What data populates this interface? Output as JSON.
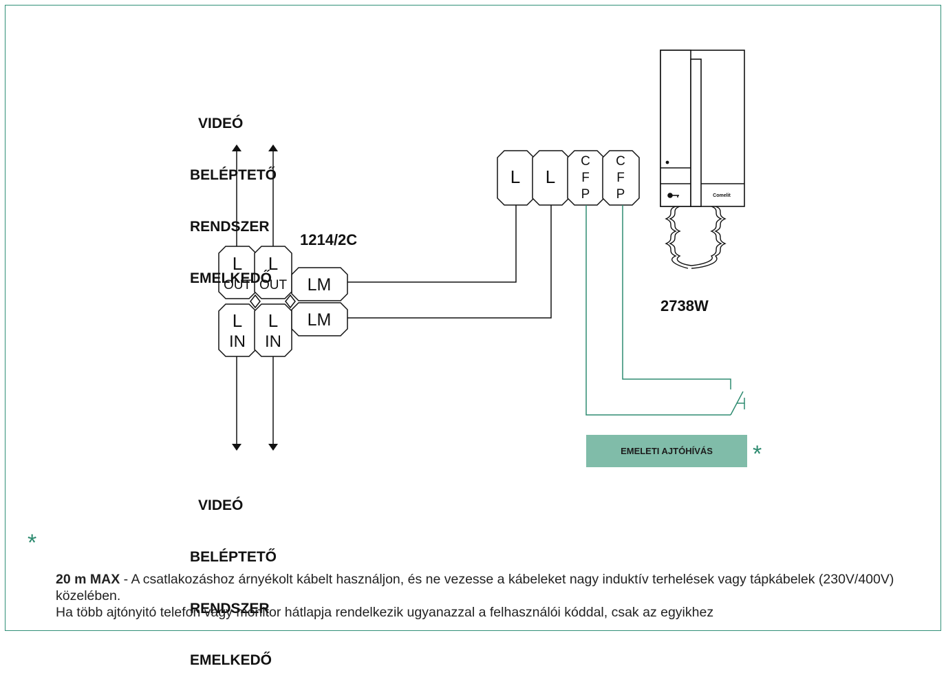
{
  "riser_top": [
    "VIDEÓ",
    "BELÉPTETŐ",
    "RENDSZER",
    "EMELKEDŐ"
  ],
  "riser_bottom": [
    "VIDEÓ",
    "BELÉPTETŐ",
    "RENDSZER",
    "EMELKEDŐ"
  ],
  "module_code": "1214/2C",
  "module_terminals": {
    "out": [
      "L",
      "OUT"
    ],
    "in": [
      "L",
      "IN"
    ],
    "lm": "LM"
  },
  "handset_terminals": {
    "l": "L",
    "cfp": [
      "C",
      "F",
      "P"
    ]
  },
  "handset_code": "2738W",
  "handset_logo": "Comelit",
  "floor_call_label": "EMELETI AJTÓHÍVÁS",
  "asterisk": "*",
  "note": {
    "bold": "20 m MAX",
    "line1": " - A csatlakozáshoz árnyékolt kábelt használjon, és ne vezesse a kábeleket nagy induktív terhelések vagy tápkábelek (230V/400V) közelében.",
    "line2": "Ha több ajtónyitó telefon vagy monitor hátlapja rendelkezik ugyanazzal a felhasználói kóddal, csak az egyikhez"
  },
  "colors": {
    "frame": "#2f8f76",
    "green_wire": "#2e8b70",
    "floor_box": "#80bca9",
    "asterisk": "#2e8b70"
  }
}
